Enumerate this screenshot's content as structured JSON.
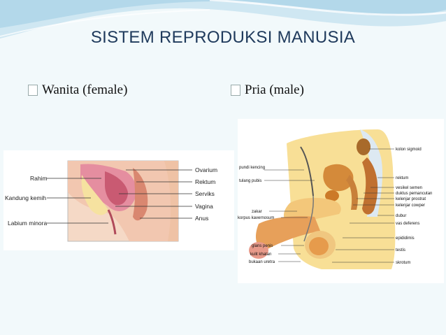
{
  "slide": {
    "title": "SISTEM REPRODUKSI MANUSIA",
    "left_bullet": "Wanita (female)",
    "right_bullet": "Pria (male)"
  },
  "female_figure": {
    "labels_left": [
      "Rahim",
      "Kandung kemih",
      "Labium minora"
    ],
    "labels_right": [
      "Ovarium",
      "Rektum",
      "Serviks",
      "Vagina",
      "Anus"
    ]
  },
  "male_figure": {
    "labels_left": [
      "pundi kencing",
      "tulang pubis",
      "zakar",
      "korpus kavernosum",
      "glans penis",
      "kulit khatan",
      "bukaan uretra"
    ],
    "labels_right": [
      "kolon sigmoid",
      "rektum",
      "vesikel semen",
      "duktus pemancutan",
      "kelenjar prostrat",
      "kelenjar cowper",
      "dubur",
      "vas deferens",
      "epididimis",
      "testis",
      "skrotum"
    ]
  },
  "colors": {
    "title": "#1f3a5c",
    "background": "#f2f9fb",
    "wave": "#b9dcec"
  }
}
